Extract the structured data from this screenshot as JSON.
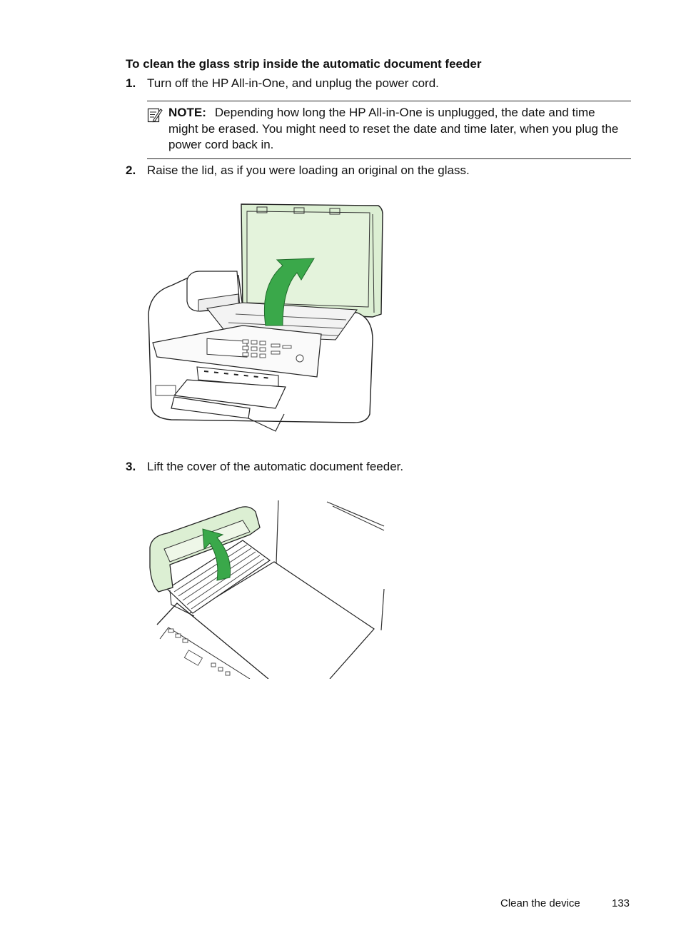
{
  "heading": "To clean the glass strip inside the automatic document feeder",
  "steps": [
    {
      "num": "1.",
      "text": "Turn off the HP All-in-One, and unplug the power cord."
    },
    {
      "num": "2.",
      "text": "Raise the lid, as if you were loading an original on the glass."
    },
    {
      "num": "3.",
      "text": "Lift the cover of the automatic document feeder."
    }
  ],
  "note": {
    "label": "NOTE:",
    "text": "Depending how long the HP All-in-One is unplugged, the date and time might be erased. You might need to reset the date and time later, when you plug the power cord back in."
  },
  "figures": {
    "icon": "note-icon",
    "accent_color": "#3aa84a",
    "lid_fill": "#dcefd3"
  },
  "footer": {
    "section": "Clean the device",
    "page_number": "133"
  }
}
